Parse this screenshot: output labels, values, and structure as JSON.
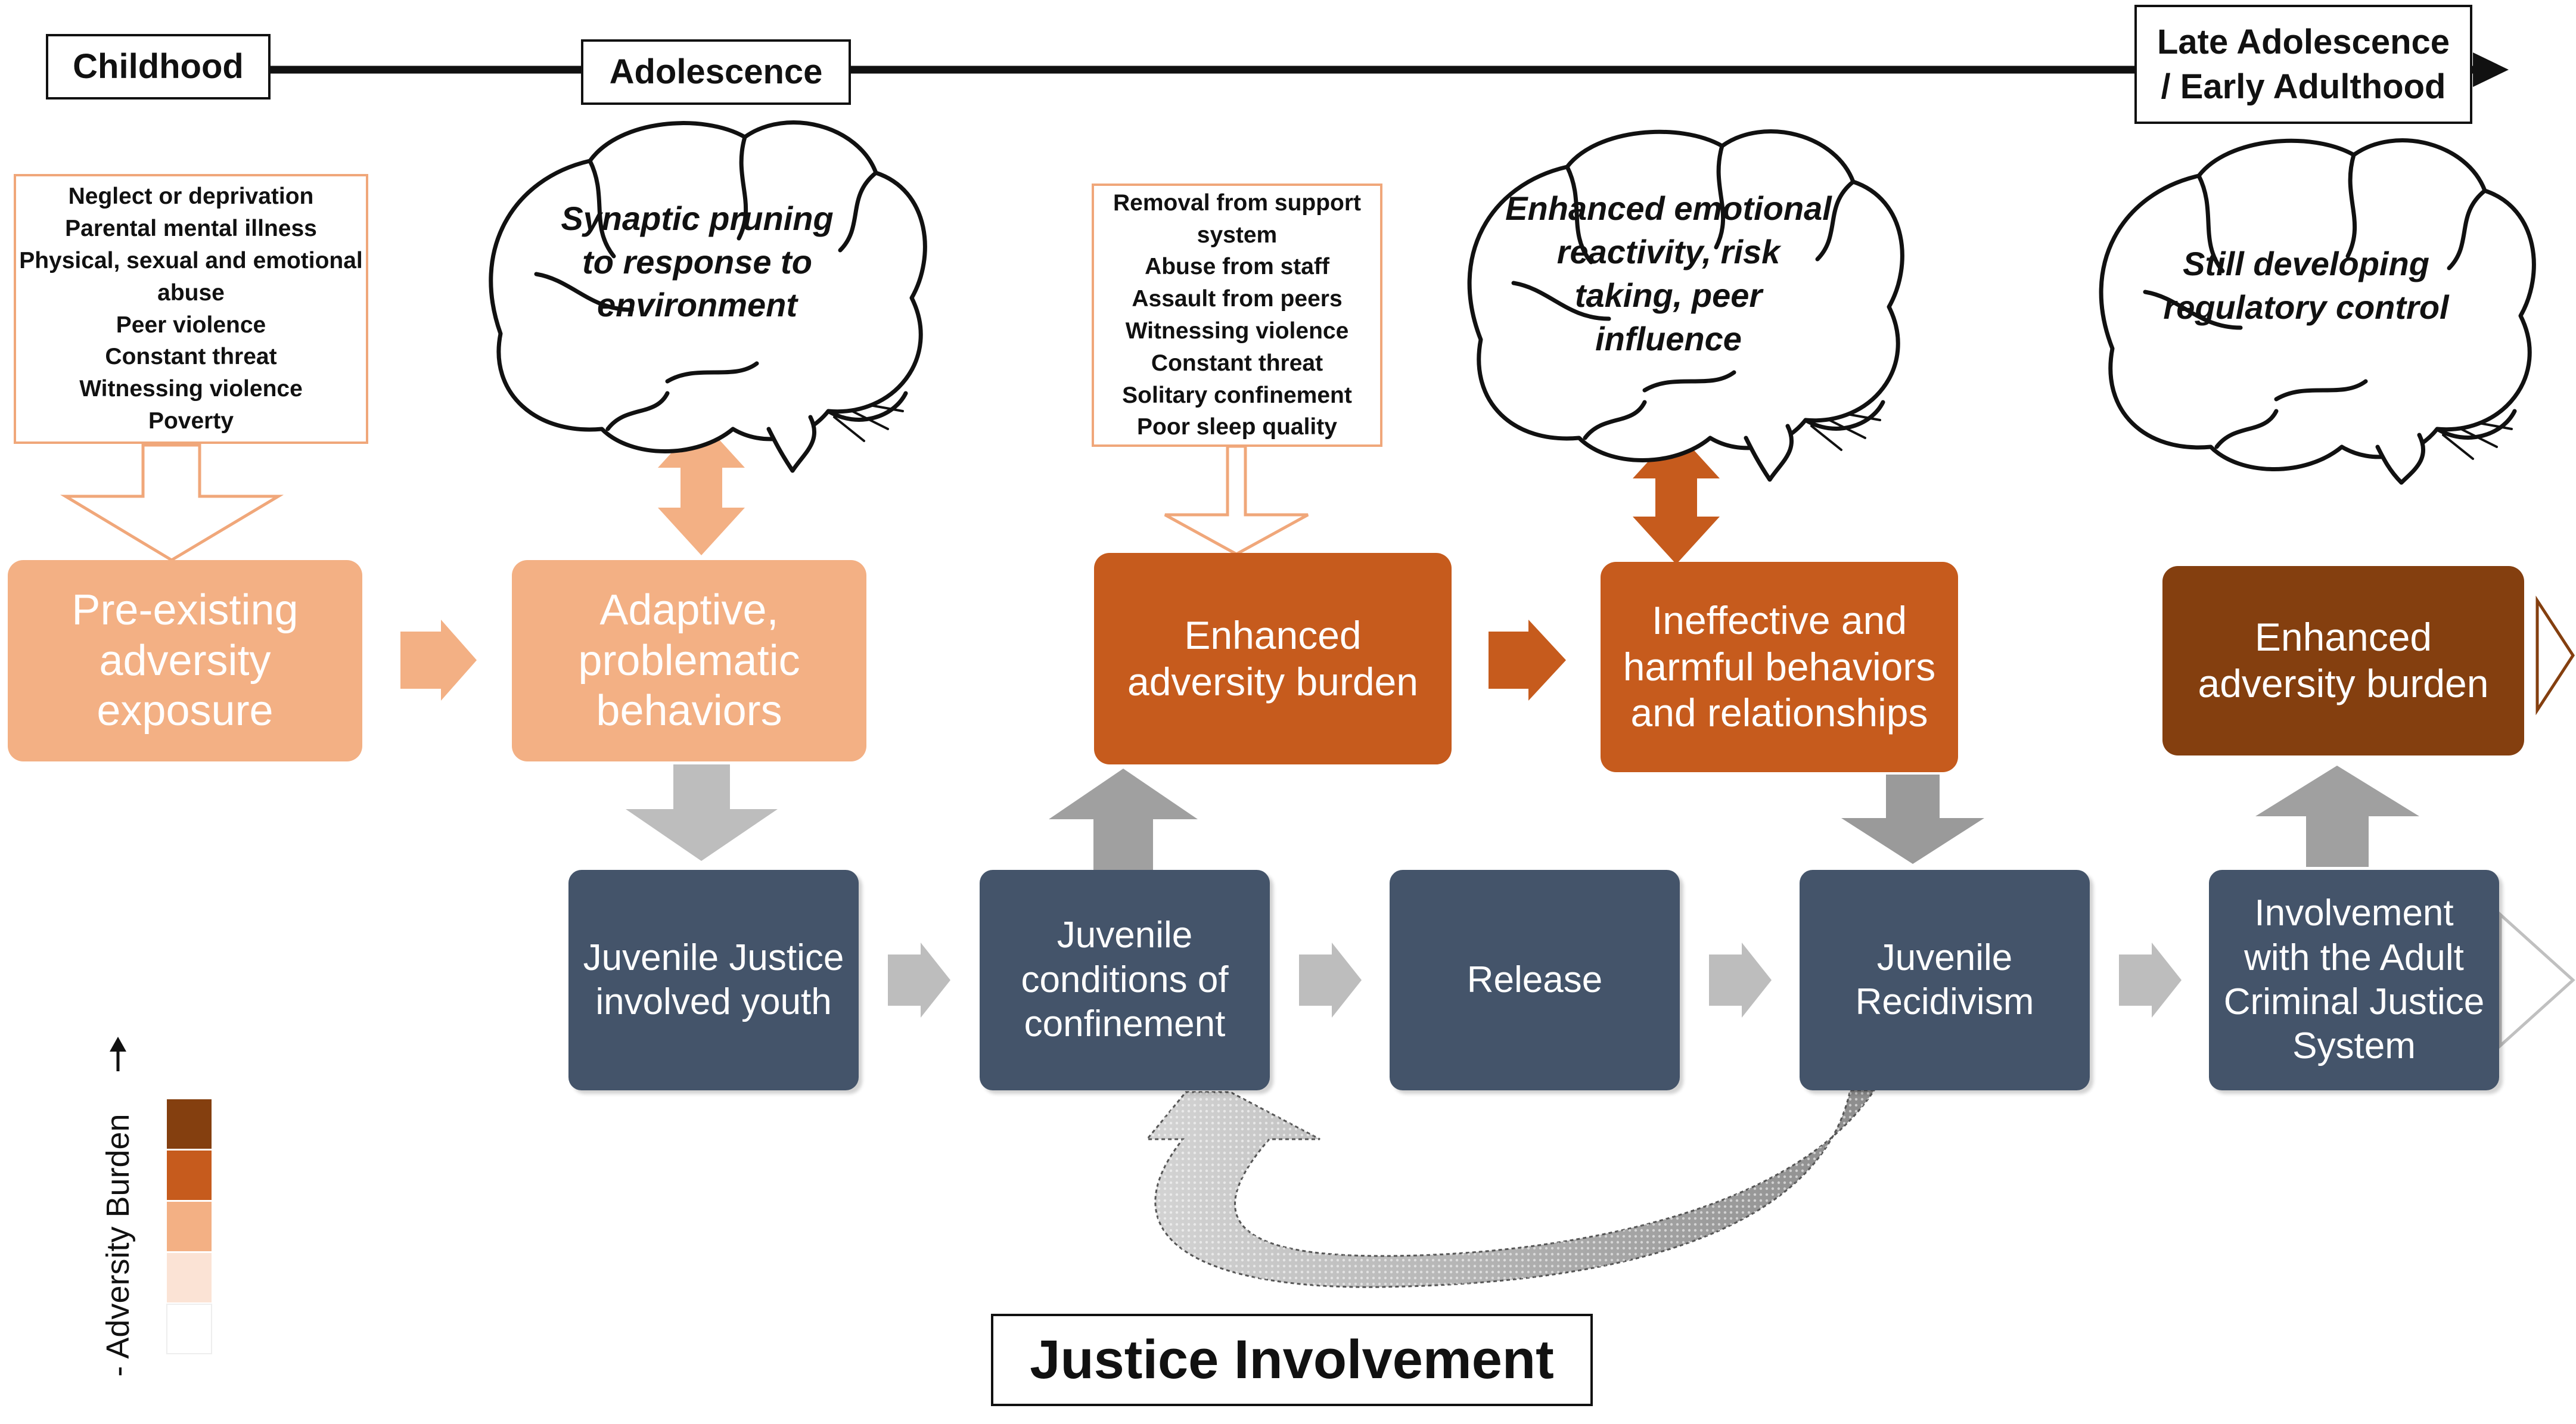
{
  "timeline": {
    "stages": [
      "Childhood",
      "Adolescence",
      "Late Adolescence / Early Adulthood"
    ]
  },
  "adversity_lists": {
    "childhood": [
      "Neglect or deprivation",
      "Parental mental illness",
      "Physical, sexual and emotional abuse",
      "Peer violence",
      "Constant threat",
      "Witnessing violence",
      "Poverty"
    ],
    "confinement": [
      "Removal from support system",
      "Abuse from staff",
      "Assault from peers",
      "Witnessing violence",
      "Constant threat",
      "Solitary confinement",
      "Poor sleep quality"
    ]
  },
  "brains": [
    "Synaptic pruning to response to environment",
    "Enhanced emotional reactivity, risk taking, peer influence",
    "Still developing regulatory control"
  ],
  "orange_boxes": [
    "Pre-existing adversity exposure",
    "Adaptive, problematic behaviors",
    "Enhanced adversity burden",
    "Ineffective and harmful behaviors and relationships",
    "Enhanced adversity burden"
  ],
  "navy_boxes": [
    "Juvenile Justice involved youth",
    "Juvenile conditions of confinement",
    "Release",
    "Juvenile Recidivism",
    "Involvement with the Adult Criminal Justice System"
  ],
  "justice_label": "Justice Involvement",
  "legend": {
    "title": "- Adversity Burden",
    "swatches": [
      "#843f0f",
      "#c65b1d",
      "#f3b084",
      "#fbe3d5",
      "#ffffff"
    ]
  },
  "colors": {
    "light_orange": "#f3b084",
    "mid_orange": "#c65b1d",
    "dark_orange": "#843f0f",
    "navy": "#44546a",
    "gray_arrow": "#bdbdbd",
    "list_border": "#f0a77a"
  }
}
